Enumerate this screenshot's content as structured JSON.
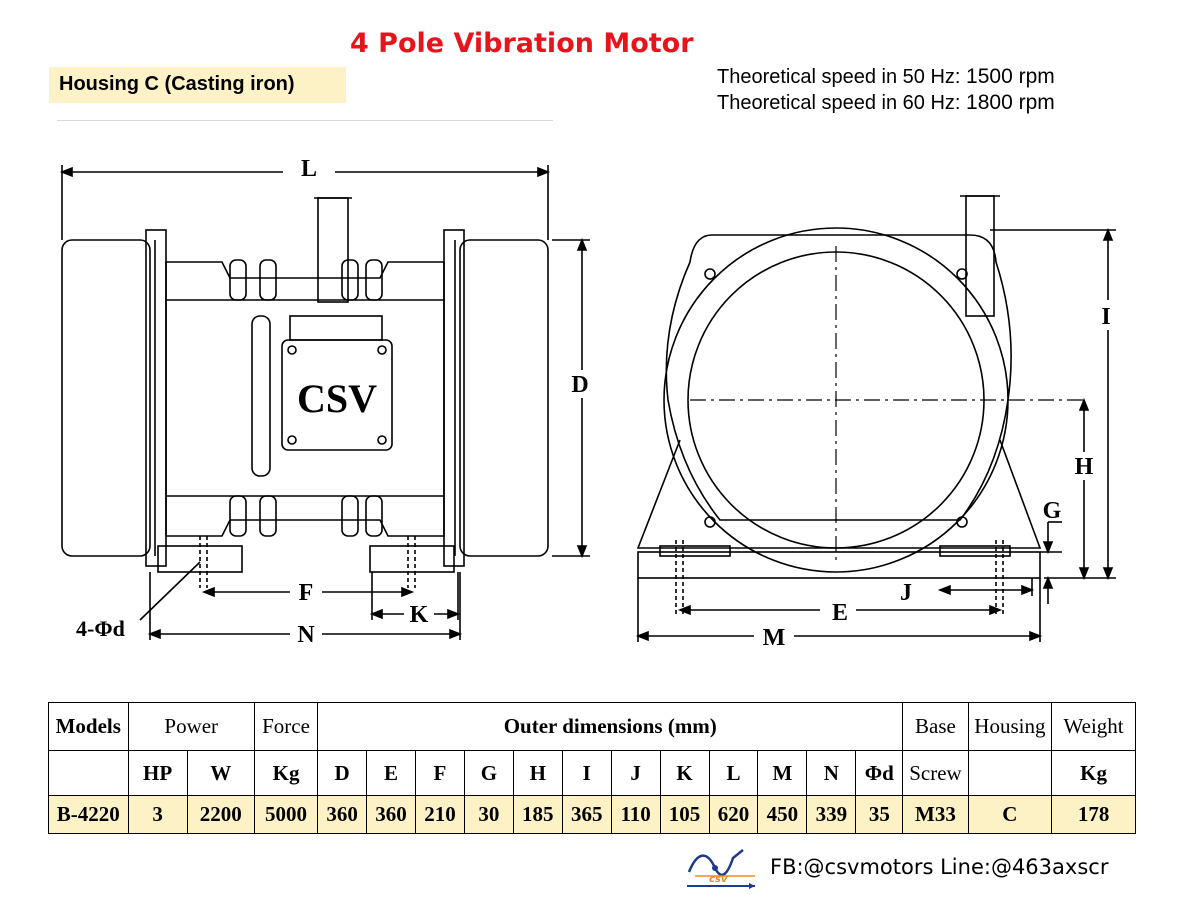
{
  "header": {
    "title": "4 Pole Vibration Motor",
    "housing": "Housing C (Casting iron)",
    "speed_50_label": "Theoretical speed in 50 Hz:",
    "speed_50_value": "1500 rpm",
    "speed_60_label": "Theoretical speed in 60 Hz:",
    "speed_60_value": "1800 rpm"
  },
  "drawing": {
    "brand": "CSV",
    "labels": {
      "L": "L",
      "D": "D",
      "F": "F",
      "K": "K",
      "N": "N",
      "hole": "4-Φd",
      "I": "I",
      "H": "H",
      "G": "G",
      "J": "J",
      "E": "E",
      "M": "M"
    }
  },
  "table": {
    "head1": {
      "models": "Models",
      "power": "Power",
      "force": "Force",
      "outer": "Outer dimensions (mm)",
      "base": "Base",
      "housing": "Housing",
      "weight": "Weight"
    },
    "head2": [
      "",
      "HP",
      "W",
      "Kg",
      "D",
      "E",
      "F",
      "G",
      "H",
      "I",
      "J",
      "K",
      "L",
      "M",
      "N",
      "Φd",
      "Screw",
      "",
      "Kg"
    ],
    "row": [
      "B-4220",
      "3",
      "2200",
      "5000",
      "360",
      "360",
      "210",
      "30",
      "185",
      "365",
      "110",
      "105",
      "620",
      "450",
      "339",
      "35",
      "M33",
      "C",
      "178"
    ]
  },
  "footer": {
    "logo_text": "csv",
    "contact": "FB:@csvmotors  Line:@463axscr"
  },
  "colors": {
    "title": "#e8141c",
    "highlight": "#fdf2c6",
    "logo_blue": "#1e3a8a",
    "logo_orange": "#f08a1c"
  }
}
